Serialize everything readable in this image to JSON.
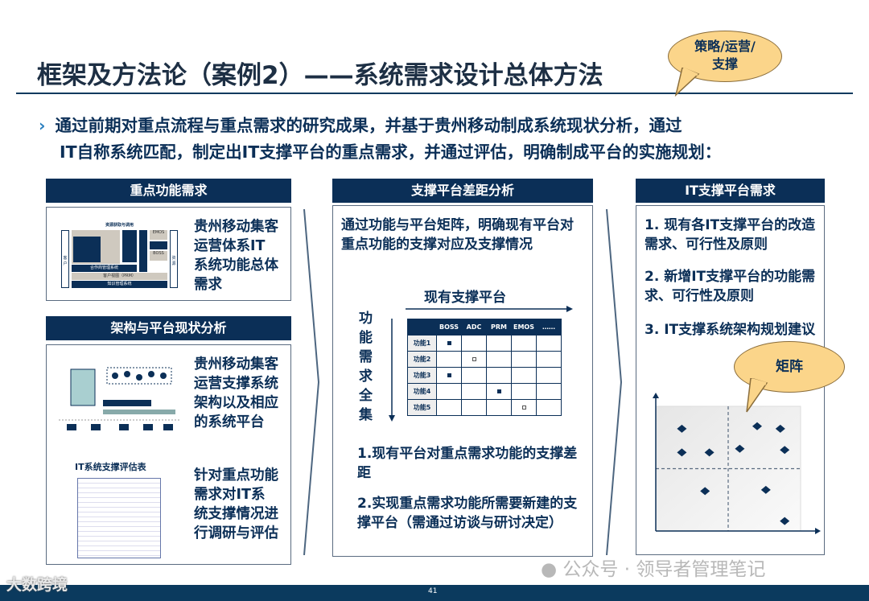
{
  "title": "框架及方法论（案例2）——系统需求设计总体方法",
  "callout_top": "策略/运营/支撑",
  "intro": {
    "chevron": "›",
    "line1": "通过前期对重点流程与重点需求的研究成果，并基于贵州移动制成系统现状分析，通过",
    "line2": "IT自称系统匹配，制定出IT支撑平台的重点需求，并通过评估，明确制成平台的实施规划："
  },
  "col1": {
    "header1": "重点功能需求",
    "text1": "贵州移动集客运营体系IT系统功能总体需求",
    "diagram1": {
      "top": "资源获取与调用",
      "left": "客户",
      "right": "资源",
      "partner": "合作商管理系统",
      "prm": "客户视图（PRM）",
      "bottom": "知识管理系统",
      "emos": "EMOS",
      "boss": "BOSS"
    },
    "header2": "架构与平台现状分析",
    "text2": "贵州移动集客运营支撑系统架构以及相应的系统平台",
    "eval_title": "IT系统支撑评估表",
    "text3": "针对重点功能需求对IT系统支撑情况进行调研与评估"
  },
  "col2": {
    "header": "支撑平台差距分析",
    "intro": "通过功能与平台矩阵，明确现有平台对重点功能的支撑对应及支撑情况",
    "x_axis": "现有支撑平台",
    "y_axis": "功能需求全集",
    "table": {
      "columns": [
        "",
        "BOSS",
        "ADC",
        "PRM",
        "EMOS",
        "……"
      ],
      "rows": [
        {
          "label": "功能1",
          "mark": {
            "col": 1,
            "type": "filled"
          }
        },
        {
          "label": "功能2",
          "mark": {
            "col": 2,
            "type": "hollow"
          }
        },
        {
          "label": "功能3",
          "mark": {
            "col": 1,
            "type": "filled"
          }
        },
        {
          "label": "功能4",
          "mark": {
            "col": 3,
            "type": "filled"
          }
        },
        {
          "label": "功能5",
          "mark": {
            "col": 4,
            "type": "hollow"
          }
        }
      ]
    },
    "point1": "1.现有平台对重点需求功能的支撑差距",
    "point2": "2.实现重点需求功能所需要新建的支撑平台（需通过访谈与研讨决定）"
  },
  "col3": {
    "header": "IT支撑平台需求",
    "items": [
      "1. 现有各IT支撑平台的改造需求、可行性及原则",
      "2. 新增IT支撑平台的功能需求、可行性及原则",
      "3. IT支撑系统架构规划建议"
    ],
    "callout": "矩阵"
  },
  "chart_data": {
    "type": "scatter",
    "xlim": [
      0,
      10
    ],
    "ylim": [
      0,
      10
    ],
    "quadrant_dividers": {
      "x": 5,
      "y": 5
    },
    "points": [
      [
        1.8,
        8.2
      ],
      [
        1.8,
        6.3
      ],
      [
        3.7,
        6.3
      ],
      [
        5.8,
        6.6
      ],
      [
        7,
        8.4
      ],
      [
        8.6,
        8.2
      ],
      [
        8.9,
        6.5
      ],
      [
        3.4,
        3.2
      ],
      [
        7.6,
        3.3
      ],
      [
        8.9,
        0.8
      ]
    ]
  },
  "watermark": "公众号 · 领导者管理笔记",
  "logo": "大数跨境",
  "page_number": "41",
  "colors": {
    "navy": "#0b2f57",
    "callout": "#fbd58a"
  }
}
